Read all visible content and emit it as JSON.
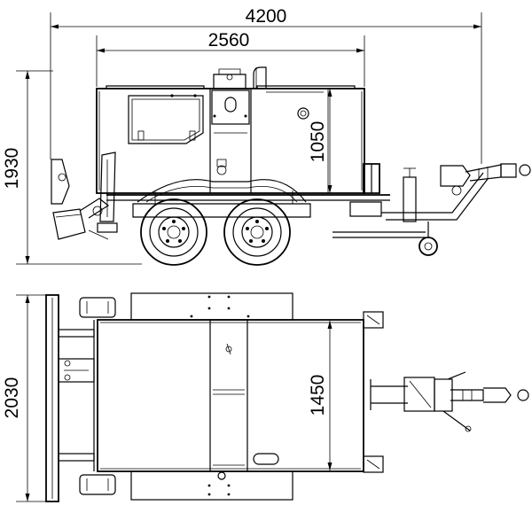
{
  "dimensions": {
    "overall_length": "4200",
    "body_length": "2560",
    "overall_height": "1930",
    "body_height": "1050",
    "overall_width": "2030",
    "track_width": "1450"
  },
  "colors": {
    "line": "#000000",
    "background": "#ffffff"
  }
}
